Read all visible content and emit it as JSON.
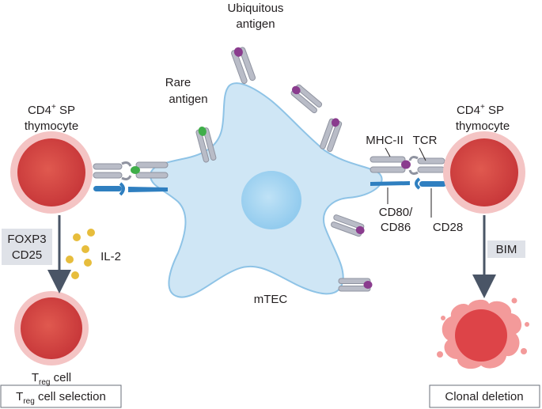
{
  "labels": {
    "ubiquitous_antigen_line1": "Ubiquitous",
    "ubiquitous_antigen_line2": "antigen",
    "rare_antigen_line1": "Rare",
    "rare_antigen_line2": "antigen",
    "left_thymocyte_cd4": "CD4",
    "left_thymocyte_plus": "+",
    "left_thymocyte_sp": " SP",
    "left_thymocyte_line2": "thymocyte",
    "right_thymocyte_cd4": "CD4",
    "right_thymocyte_plus": "+",
    "right_thymocyte_sp": " SP",
    "right_thymocyte_line2": "thymocyte",
    "mhc_ii": "MHC-II",
    "tcr": "TCR",
    "cd80_line1": "CD80/",
    "cd80_line2": "CD86",
    "cd28": "CD28",
    "foxp3": "FOXP3",
    "cd25": "CD25",
    "il2": "IL-2",
    "bim": "BIM",
    "mtec": "mTEC",
    "treg_T": "T",
    "treg_sub": "reg",
    "treg_cell": " cell",
    "treg_selection_T": "T",
    "treg_selection_sub": "reg",
    "treg_selection_rest": " cell selection",
    "clonal_deletion": "Clonal deletion"
  },
  "colors": {
    "mtec_fill": "#cfe6f5",
    "mtec_stroke": "#8ec3e6",
    "nucleus": "#a8d5f0",
    "thymocyte_outer": "#f4c4c4",
    "thymocyte_inner": "#d94b4b",
    "mhc_gray": "#b9bcc7",
    "ubiquitous_antigen": "#8a3c8e",
    "rare_antigen": "#3fae49",
    "costim_blue": "#2f7fc0",
    "il2_gold": "#e7bd3c",
    "arrow": "#4a5566",
    "label_box": "#dfe2e8"
  }
}
